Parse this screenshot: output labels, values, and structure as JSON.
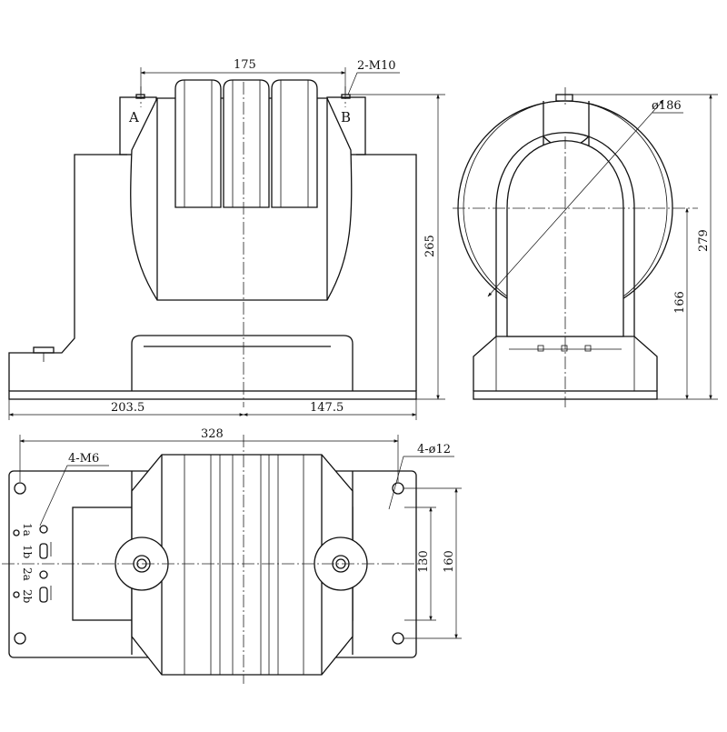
{
  "front_view": {
    "dim_top": "175",
    "thread_label": "2-M10",
    "terminal_a": "A",
    "terminal_b": "B",
    "dim_height": "265",
    "dim_left": "203.5",
    "dim_right": "147.5"
  },
  "side_view": {
    "dim_diameter": "ø186",
    "dim_total_height": "279",
    "dim_center_height": "166"
  },
  "top_view": {
    "dim_width": "328",
    "hole_label": "4-ø12",
    "screw_label": "4-M6",
    "dim_inner": "130",
    "dim_outer": "160",
    "secondary_terminals": [
      "1a",
      "1b",
      "2a",
      "2b"
    ]
  }
}
